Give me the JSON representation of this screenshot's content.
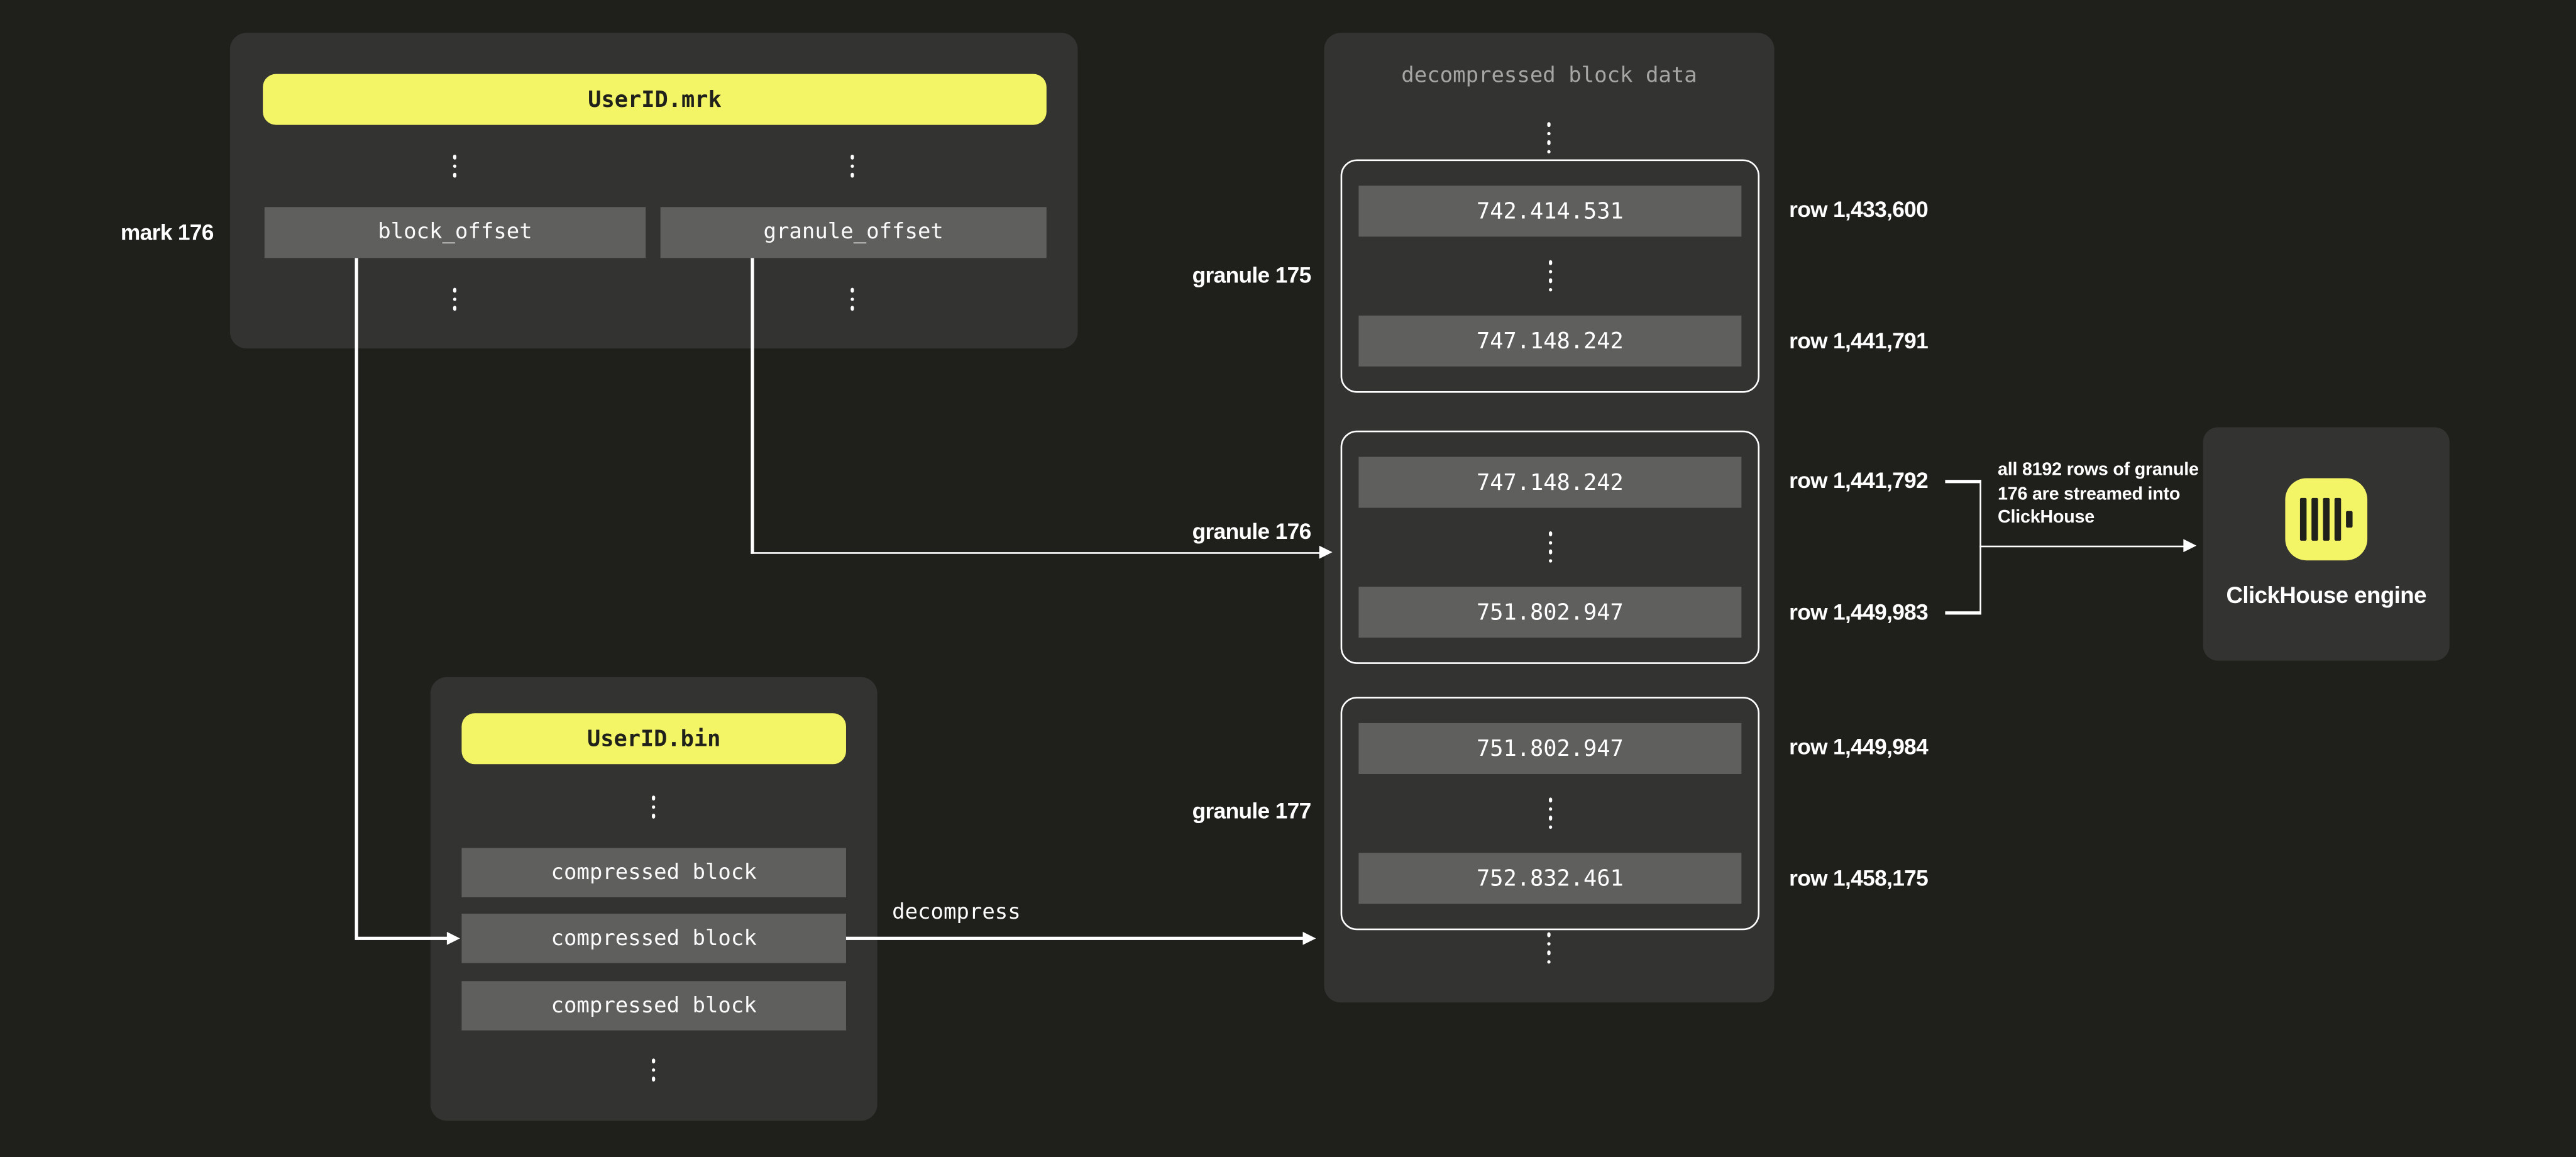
{
  "colors": {
    "background": "#1f1f1b",
    "panel": "#333331",
    "row_gray": "#5f5f5d",
    "accent_yellow": "#f4f566",
    "text_dark": "#21211b",
    "text_muted": "#a6a6a4",
    "text_white": "#ffffff"
  },
  "mrk_file": {
    "header": "UserID.mrk",
    "mark_label": "mark 176",
    "fields": [
      {
        "label": "block_offset"
      },
      {
        "label": "granule_offset"
      }
    ]
  },
  "bin_file": {
    "header": "UserID.bin",
    "blocks": [
      {
        "label": "compressed block"
      },
      {
        "label": "compressed block"
      },
      {
        "label": "compressed block"
      }
    ],
    "decompress_label": "decompress"
  },
  "decompressed": {
    "title": "decompressed block data",
    "granules": [
      {
        "label": "granule 175",
        "first_value": "742.414.531",
        "last_value": "747.148.242",
        "first_row": "row 1,433,600",
        "last_row": "row 1,441,791"
      },
      {
        "label": "granule 176",
        "first_value": "747.148.242",
        "last_value": "751.802.947",
        "first_row": "row 1,441,792",
        "last_row": "row 1,449,983"
      },
      {
        "label": "granule 177",
        "first_value": "751.802.947",
        "last_value": "752.832.461",
        "first_row": "row 1,449,984",
        "last_row": "row 1,458,175"
      }
    ]
  },
  "stream_annotation": {
    "line1": "all 8192 rows of granule",
    "line2": "176 are streamed into",
    "line3": "ClickHouse"
  },
  "engine": {
    "label": "ClickHouse engine",
    "logo": "clickhouse-logo"
  }
}
